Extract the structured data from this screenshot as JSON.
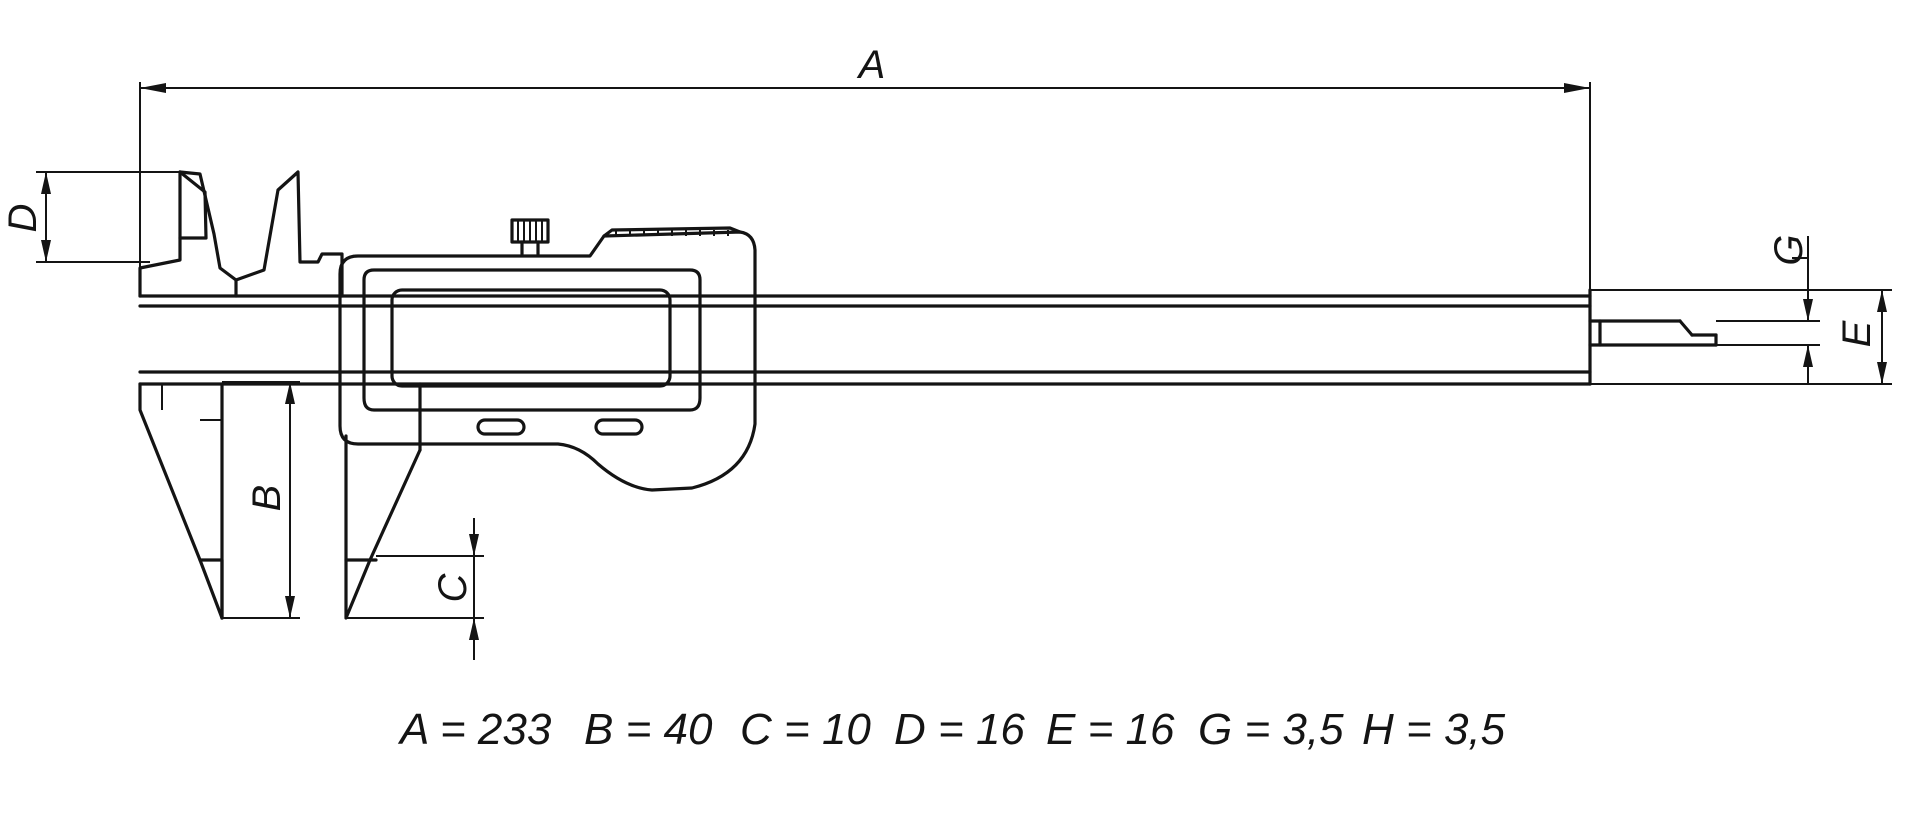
{
  "dimension_labels": {
    "a": "A",
    "b": "B",
    "c": "C",
    "d": "D",
    "e": "E",
    "g": "G"
  },
  "specs": [
    {
      "name": "A",
      "value": "233"
    },
    {
      "name": "B",
      "value": "40"
    },
    {
      "name": "C",
      "value": "10"
    },
    {
      "name": "D",
      "value": "16"
    },
    {
      "name": "E",
      "value": "16"
    },
    {
      "name": "G",
      "value": "3,5"
    },
    {
      "name": "H",
      "value": "3,5"
    }
  ],
  "colors": {
    "line": "#141414",
    "background": "#ffffff"
  }
}
